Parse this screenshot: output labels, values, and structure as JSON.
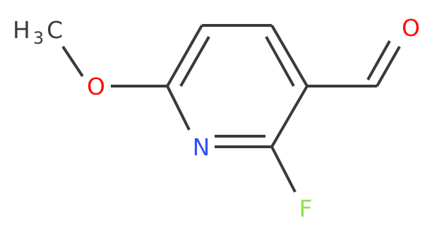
{
  "molecule": {
    "atoms": {
      "methyl": {
        "main": "H",
        "sub": "3",
        "tail": "C",
        "color": "#3a3a3a"
      },
      "ether_oxygen": {
        "label": "O",
        "color": "#ff0d0d"
      },
      "aldehyde_oxygen": {
        "label": "O",
        "color": "#ff0d0d"
      },
      "ring_nitrogen": {
        "label": "N",
        "color": "#3050f8"
      },
      "fluorine": {
        "label": "F",
        "color": "#90e050"
      }
    },
    "colors": {
      "bond": "#3a3a3a"
    }
  }
}
